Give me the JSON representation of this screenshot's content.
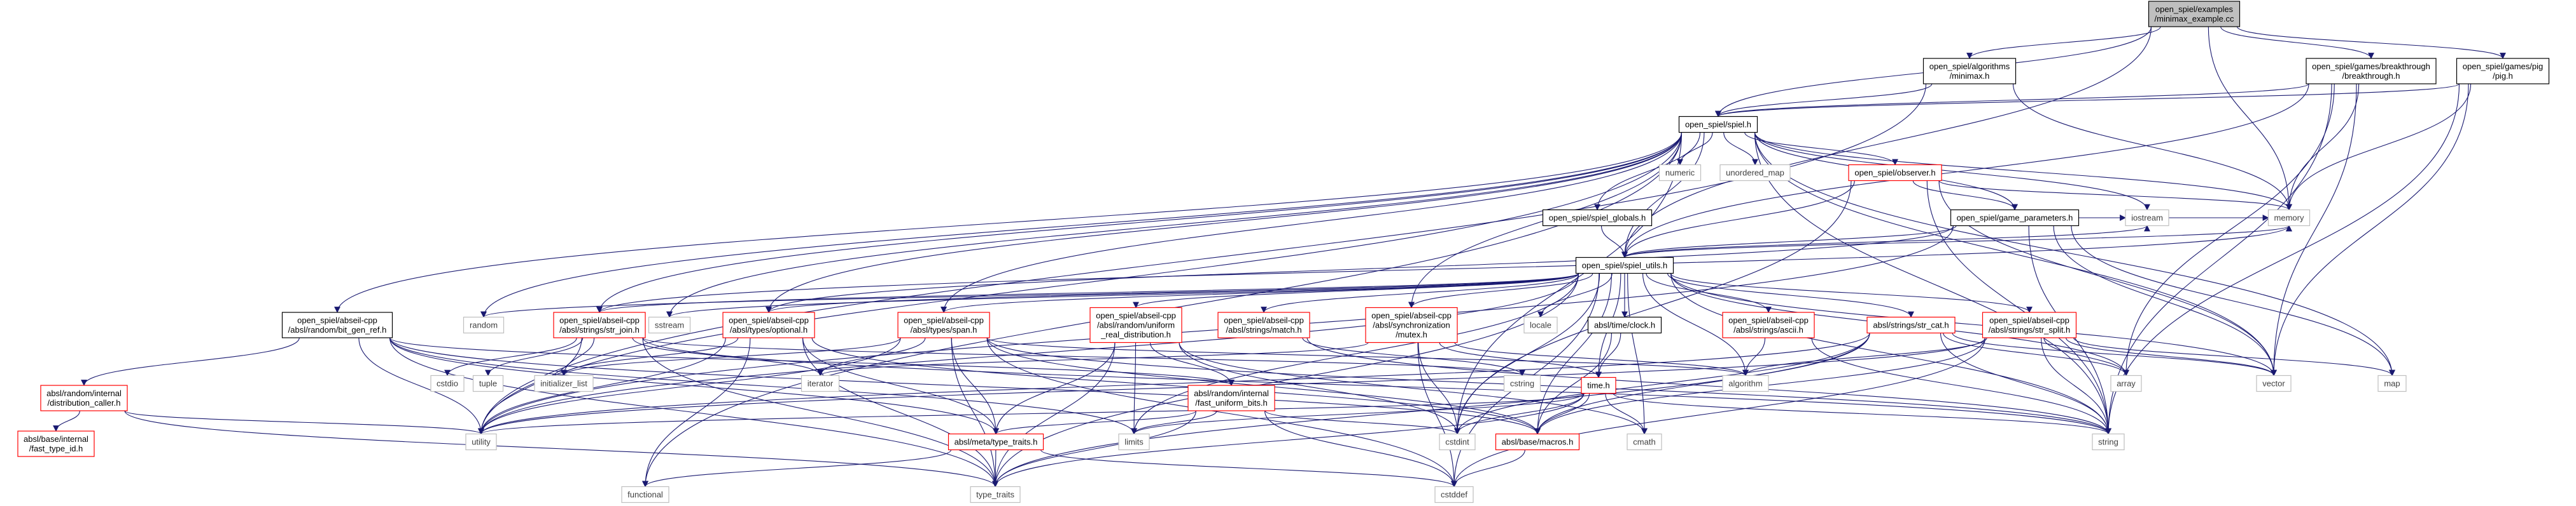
{
  "colors": {
    "edge": "#191970",
    "root_fill": "#bfbfbf",
    "node_fill": "#ffffff",
    "node_border": "#000000",
    "external_border": "#bfbfbf",
    "incomplete_border": "#ff0000",
    "external_text": "#3f3f3f"
  },
  "graph": {
    "nodes": [
      {
        "id": "root",
        "lines": [
          "open_spiel/examples",
          "/minimax_example.cc"
        ],
        "style": "root"
      },
      {
        "id": "minimax",
        "lines": [
          "open_spiel/algorithms",
          "/minimax.h"
        ],
        "style": "doc"
      },
      {
        "id": "breakthrough",
        "lines": [
          "open_spiel/games/breakthrough",
          "/breakthrough.h"
        ],
        "style": "doc"
      },
      {
        "id": "pig",
        "lines": [
          "open_spiel/games/pig",
          "/pig.h"
        ],
        "style": "doc"
      },
      {
        "id": "spiel",
        "lines": [
          "open_spiel/spiel.h"
        ],
        "style": "doc"
      },
      {
        "id": "numeric",
        "lines": [
          "numeric"
        ],
        "style": "ext"
      },
      {
        "id": "unordered_map",
        "lines": [
          "unordered_map"
        ],
        "style": "ext"
      },
      {
        "id": "observer",
        "lines": [
          "open_spiel/observer.h"
        ],
        "style": "red"
      },
      {
        "id": "spiel_globals",
        "lines": [
          "open_spiel/spiel_globals.h"
        ],
        "style": "doc"
      },
      {
        "id": "game_parameters",
        "lines": [
          "open_spiel/game_parameters.h"
        ],
        "style": "doc"
      },
      {
        "id": "iostream",
        "lines": [
          "iostream"
        ],
        "style": "ext"
      },
      {
        "id": "memory",
        "lines": [
          "memory"
        ],
        "style": "ext"
      },
      {
        "id": "spiel_utils",
        "lines": [
          "open_spiel/spiel_utils.h"
        ],
        "style": "doc"
      },
      {
        "id": "bit_gen_ref",
        "lines": [
          "open_spiel/abseil-cpp",
          "/absl/random/bit_gen_ref.h"
        ],
        "style": "doc"
      },
      {
        "id": "random",
        "lines": [
          "random"
        ],
        "style": "ext"
      },
      {
        "id": "str_join",
        "lines": [
          "open_spiel/abseil-cpp",
          "/absl/strings/str_join.h"
        ],
        "style": "red"
      },
      {
        "id": "sstream",
        "lines": [
          "sstream"
        ],
        "style": "ext"
      },
      {
        "id": "optional",
        "lines": [
          "open_spiel/abseil-cpp",
          "/absl/types/optional.h"
        ],
        "style": "red"
      },
      {
        "id": "span",
        "lines": [
          "open_spiel/abseil-cpp",
          "/absl/types/span.h"
        ],
        "style": "red"
      },
      {
        "id": "uniform_real",
        "lines": [
          "open_spiel/abseil-cpp",
          "/absl/random/uniform",
          "_real_distribution.h"
        ],
        "style": "red"
      },
      {
        "id": "match",
        "lines": [
          "open_spiel/abseil-cpp",
          "/absl/strings/match.h"
        ],
        "style": "red"
      },
      {
        "id": "mutex",
        "lines": [
          "open_spiel/abseil-cpp",
          "/absl/synchronization",
          "/mutex.h"
        ],
        "style": "red"
      },
      {
        "id": "locale",
        "lines": [
          "locale"
        ],
        "style": "ext"
      },
      {
        "id": "clock",
        "lines": [
          "absl/time/clock.h"
        ],
        "style": "doc"
      },
      {
        "id": "ascii",
        "lines": [
          "open_spiel/abseil-cpp",
          "/absl/strings/ascii.h"
        ],
        "style": "red"
      },
      {
        "id": "str_cat",
        "lines": [
          "absl/strings/str_cat.h"
        ],
        "style": "red"
      },
      {
        "id": "str_split",
        "lines": [
          "open_spiel/abseil-cpp",
          "/absl/strings/str_split.h"
        ],
        "style": "red"
      },
      {
        "id": "distribution_caller",
        "lines": [
          "absl/random/internal",
          "/distribution_caller.h"
        ],
        "style": "red"
      },
      {
        "id": "fast_type_id",
        "lines": [
          "absl/base/internal",
          "/fast_type_id.h"
        ],
        "style": "red"
      },
      {
        "id": "cstdio",
        "lines": [
          "cstdio"
        ],
        "style": "ext"
      },
      {
        "id": "tuple",
        "lines": [
          "tuple"
        ],
        "style": "ext"
      },
      {
        "id": "initializer_list",
        "lines": [
          "initializer_list"
        ],
        "style": "ext"
      },
      {
        "id": "iterator",
        "lines": [
          "iterator"
        ],
        "style": "ext"
      },
      {
        "id": "fast_uniform_bits",
        "lines": [
          "absl/random/internal",
          "/fast_uniform_bits.h"
        ],
        "style": "red"
      },
      {
        "id": "cstring",
        "lines": [
          "cstring"
        ],
        "style": "ext"
      },
      {
        "id": "time",
        "lines": [
          "time.h"
        ],
        "style": "red"
      },
      {
        "id": "algorithm",
        "lines": [
          "algorithm"
        ],
        "style": "ext"
      },
      {
        "id": "array",
        "lines": [
          "array"
        ],
        "style": "ext"
      },
      {
        "id": "vector",
        "lines": [
          "vector"
        ],
        "style": "ext"
      },
      {
        "id": "map",
        "lines": [
          "map"
        ],
        "style": "ext"
      },
      {
        "id": "utility",
        "lines": [
          "utility"
        ],
        "style": "ext"
      },
      {
        "id": "type_traits_meta",
        "lines": [
          "absl/meta/type_traits.h"
        ],
        "style": "red"
      },
      {
        "id": "limits",
        "lines": [
          "limits"
        ],
        "style": "ext"
      },
      {
        "id": "cstdint",
        "lines": [
          "cstdint"
        ],
        "style": "ext"
      },
      {
        "id": "macros",
        "lines": [
          "absl/base/macros.h"
        ],
        "style": "red"
      },
      {
        "id": "cmath",
        "lines": [
          "cmath"
        ],
        "style": "ext"
      },
      {
        "id": "string",
        "lines": [
          "string"
        ],
        "style": "ext"
      },
      {
        "id": "functional",
        "lines": [
          "functional"
        ],
        "style": "ext"
      },
      {
        "id": "type_traits",
        "lines": [
          "type_traits"
        ],
        "style": "ext"
      },
      {
        "id": "cstddef",
        "lines": [
          "cstddef"
        ],
        "style": "ext"
      }
    ],
    "edges": [
      [
        "root",
        "minimax"
      ],
      [
        "root",
        "breakthrough"
      ],
      [
        "root",
        "pig"
      ],
      [
        "root",
        "spiel"
      ],
      [
        "root",
        "spiel_utils"
      ],
      [
        "root",
        "memory"
      ],
      [
        "minimax",
        "spiel"
      ],
      [
        "minimax",
        "memory"
      ],
      [
        "minimax",
        "utility"
      ],
      [
        "breakthrough",
        "spiel"
      ],
      [
        "breakthrough",
        "spiel_utils"
      ],
      [
        "breakthrough",
        "memory"
      ],
      [
        "breakthrough",
        "array"
      ],
      [
        "breakthrough",
        "vector"
      ],
      [
        "breakthrough",
        "string"
      ],
      [
        "pig",
        "spiel"
      ],
      [
        "pig",
        "memory"
      ],
      [
        "pig",
        "vector"
      ],
      [
        "pig",
        "string"
      ],
      [
        "spiel",
        "numeric"
      ],
      [
        "spiel",
        "unordered_map"
      ],
      [
        "spiel",
        "observer"
      ],
      [
        "spiel",
        "spiel_globals"
      ],
      [
        "spiel",
        "game_parameters"
      ],
      [
        "spiel",
        "iostream"
      ],
      [
        "spiel",
        "memory"
      ],
      [
        "spiel",
        "spiel_utils"
      ],
      [
        "spiel",
        "bit_gen_ref"
      ],
      [
        "spiel",
        "random"
      ],
      [
        "spiel",
        "str_join"
      ],
      [
        "spiel",
        "sstream"
      ],
      [
        "spiel",
        "optional"
      ],
      [
        "spiel",
        "span"
      ],
      [
        "spiel",
        "mutex"
      ],
      [
        "spiel",
        "map"
      ],
      [
        "spiel",
        "vector"
      ],
      [
        "spiel",
        "string"
      ],
      [
        "spiel",
        "utility"
      ],
      [
        "spiel",
        "functional"
      ],
      [
        "spiel",
        "cstdint"
      ],
      [
        "observer",
        "game_parameters"
      ],
      [
        "observer",
        "spiel_utils"
      ],
      [
        "observer",
        "memory"
      ],
      [
        "observer",
        "string"
      ],
      [
        "observer",
        "vector"
      ],
      [
        "observer",
        "cstdint"
      ],
      [
        "spiel_globals",
        "spiel_utils"
      ],
      [
        "game_parameters",
        "spiel_utils"
      ],
      [
        "game_parameters",
        "iostream"
      ],
      [
        "game_parameters",
        "memory"
      ],
      [
        "game_parameters",
        "map"
      ],
      [
        "game_parameters",
        "string"
      ],
      [
        "game_parameters",
        "vector"
      ],
      [
        "game_parameters",
        "optional"
      ],
      [
        "game_parameters",
        "utility"
      ],
      [
        "spiel_utils",
        "random"
      ],
      [
        "spiel_utils",
        "sstream"
      ],
      [
        "spiel_utils",
        "str_join"
      ],
      [
        "spiel_utils",
        "optional"
      ],
      [
        "spiel_utils",
        "span"
      ],
      [
        "spiel_utils",
        "uniform_real"
      ],
      [
        "spiel_utils",
        "match"
      ],
      [
        "spiel_utils",
        "mutex"
      ],
      [
        "spiel_utils",
        "locale"
      ],
      [
        "spiel_utils",
        "clock"
      ],
      [
        "spiel_utils",
        "ascii"
      ],
      [
        "spiel_utils",
        "str_cat"
      ],
      [
        "spiel_utils",
        "str_split"
      ],
      [
        "spiel_utils",
        "algorithm"
      ],
      [
        "spiel_utils",
        "array"
      ],
      [
        "spiel_utils",
        "vector"
      ],
      [
        "spiel_utils",
        "string"
      ],
      [
        "spiel_utils",
        "cstdint"
      ],
      [
        "spiel_utils",
        "cmath"
      ],
      [
        "spiel_utils",
        "limits"
      ],
      [
        "spiel_utils",
        "memory"
      ],
      [
        "spiel_utils",
        "utility"
      ],
      [
        "spiel_utils",
        "type_traits"
      ],
      [
        "spiel_utils",
        "cstddef"
      ],
      [
        "spiel_utils",
        "iostream"
      ],
      [
        "spiel_utils",
        "time"
      ],
      [
        "spiel_utils",
        "macros"
      ],
      [
        "bit_gen_ref",
        "distribution_caller"
      ],
      [
        "bit_gen_ref",
        "fast_uniform_bits"
      ],
      [
        "bit_gen_ref",
        "type_traits_meta"
      ],
      [
        "bit_gen_ref",
        "utility"
      ],
      [
        "bit_gen_ref",
        "type_traits"
      ],
      [
        "bit_gen_ref",
        "limits"
      ],
      [
        "bit_gen_ref",
        "macros"
      ],
      [
        "distribution_caller",
        "fast_type_id"
      ],
      [
        "distribution_caller",
        "utility"
      ],
      [
        "distribution_caller",
        "type_traits"
      ],
      [
        "str_join",
        "cstdio"
      ],
      [
        "str_join",
        "tuple"
      ],
      [
        "str_join",
        "initializer_list"
      ],
      [
        "str_join",
        "iterator"
      ],
      [
        "str_join",
        "utility"
      ],
      [
        "str_join",
        "type_traits"
      ],
      [
        "str_join",
        "cstring"
      ],
      [
        "str_join",
        "string"
      ],
      [
        "str_join",
        "memory"
      ],
      [
        "optional",
        "functional"
      ],
      [
        "optional",
        "initializer_list"
      ],
      [
        "optional",
        "type_traits"
      ],
      [
        "optional",
        "utility"
      ],
      [
        "optional",
        "type_traits_meta"
      ],
      [
        "optional",
        "macros"
      ],
      [
        "span",
        "iterator"
      ],
      [
        "span",
        "utility"
      ],
      [
        "span",
        "type_traits"
      ],
      [
        "span",
        "type_traits_meta"
      ],
      [
        "span",
        "algorithm"
      ],
      [
        "span",
        "cstddef"
      ],
      [
        "span",
        "initializer_list"
      ],
      [
        "span",
        "macros"
      ],
      [
        "span",
        "string"
      ],
      [
        "uniform_real",
        "fast_uniform_bits"
      ],
      [
        "uniform_real",
        "type_traits_meta"
      ],
      [
        "uniform_real",
        "limits"
      ],
      [
        "uniform_real",
        "type_traits"
      ],
      [
        "uniform_real",
        "cmath"
      ],
      [
        "uniform_real",
        "cstdint"
      ],
      [
        "match",
        "cstring"
      ],
      [
        "match",
        "string"
      ],
      [
        "mutex",
        "cstdint"
      ],
      [
        "mutex",
        "algorithm"
      ],
      [
        "mutex",
        "iterator"
      ],
      [
        "mutex",
        "time"
      ],
      [
        "mutex",
        "cstddef"
      ],
      [
        "clock",
        "time"
      ],
      [
        "clock",
        "macros"
      ],
      [
        "ascii",
        "algorithm"
      ],
      [
        "ascii",
        "string"
      ],
      [
        "str_cat",
        "array"
      ],
      [
        "str_cat",
        "cstdint"
      ],
      [
        "str_cat",
        "string"
      ],
      [
        "str_cat",
        "type_traits"
      ],
      [
        "str_cat",
        "vector"
      ],
      [
        "str_cat",
        "utility"
      ],
      [
        "str_cat",
        "macros"
      ],
      [
        "str_split",
        "algorithm"
      ],
      [
        "str_split",
        "cstddef"
      ],
      [
        "str_split",
        "map"
      ],
      [
        "str_split",
        "array"
      ],
      [
        "str_split",
        "string"
      ],
      [
        "str_split",
        "utility"
      ],
      [
        "str_split",
        "vector"
      ],
      [
        "str_split",
        "macros"
      ],
      [
        "fast_uniform_bits",
        "cstddef"
      ],
      [
        "fast_uniform_bits",
        "cstdint"
      ],
      [
        "fast_uniform_bits",
        "limits"
      ],
      [
        "fast_uniform_bits",
        "type_traits"
      ],
      [
        "fast_uniform_bits",
        "type_traits_meta"
      ],
      [
        "type_traits_meta",
        "cstddef"
      ],
      [
        "type_traits_meta",
        "functional"
      ],
      [
        "type_traits_meta",
        "type_traits"
      ],
      [
        "time",
        "cstdint"
      ],
      [
        "time",
        "cmath"
      ],
      [
        "time",
        "limits"
      ],
      [
        "time",
        "string"
      ],
      [
        "time",
        "utility"
      ],
      [
        "time",
        "macros"
      ],
      [
        "time",
        "type_traits"
      ],
      [
        "macros",
        "cstddef"
      ]
    ]
  }
}
